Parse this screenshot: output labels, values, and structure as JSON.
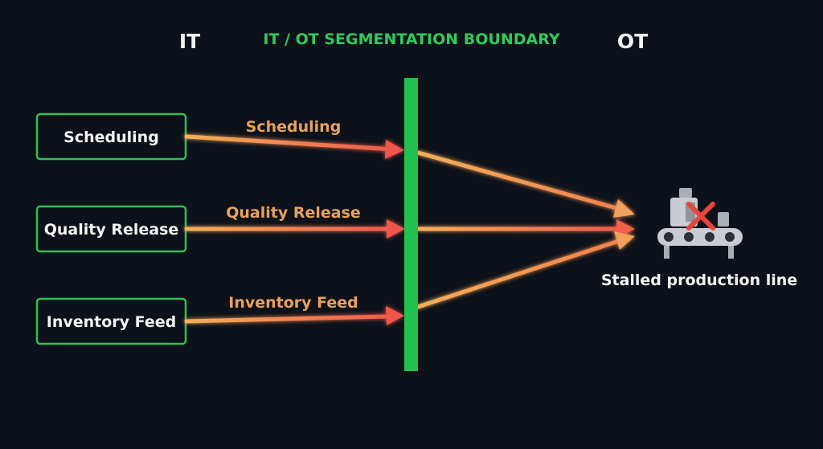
{
  "zones": {
    "it_label": "IT",
    "boundary_label": "IT / OT SEGMENTATION BOUNDARY",
    "ot_label": "OT"
  },
  "systems": [
    {
      "name": "Scheduling"
    },
    {
      "name": "Quality Release"
    },
    {
      "name": "Inventory Feed"
    }
  ],
  "flows": [
    {
      "label": "Scheduling"
    },
    {
      "label": "Quality Release"
    },
    {
      "label": "Inventory Feed"
    }
  ],
  "target": {
    "label": "Stalled production line",
    "icon": "stalled-conveyor-icon",
    "status_icon": "red-x-icon"
  },
  "colors": {
    "background": "#0d1119",
    "boundary": "#22c04e",
    "box_border": "#2fbf58",
    "arrow_start": "#f2b05a",
    "arrow_end": "#f0564c",
    "boundary_text": "#2ecc5a",
    "flow_text": "#e8a25c",
    "stop_mark": "#e8453c"
  }
}
